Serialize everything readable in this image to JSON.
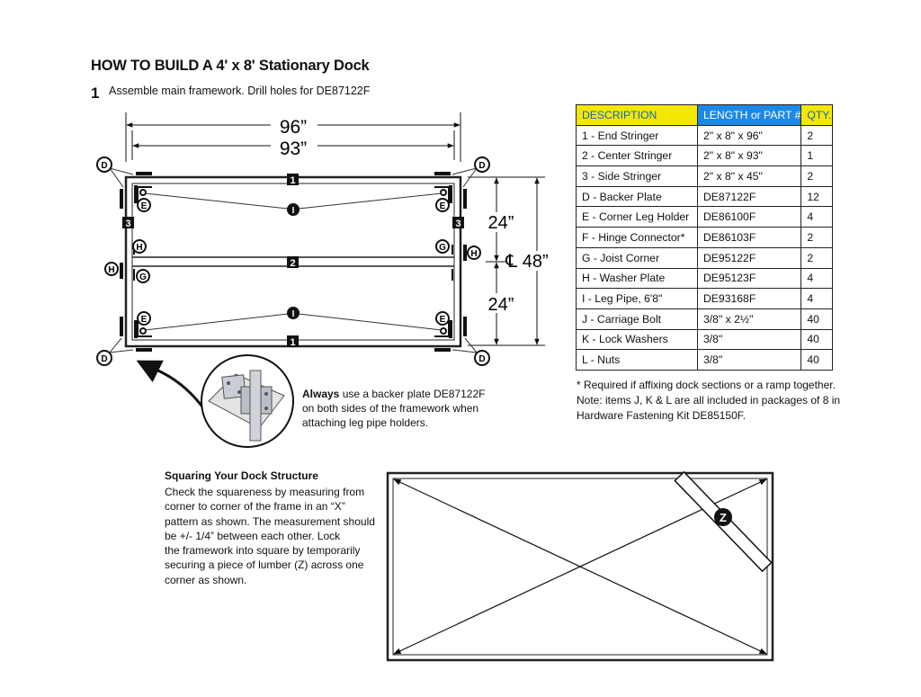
{
  "page": {
    "title": "HOW TO BUILD A 4' x 8' Stationary Dock",
    "step_number": "1",
    "step_text": "Assemble main framework. Drill holes for DE87122F"
  },
  "dimensions": {
    "outer_width": "96”",
    "inner_width": "93”",
    "half_top": "24”",
    "half_bottom": "24”",
    "full_depth": "℄ 48”"
  },
  "markers": {
    "one": "1",
    "two": "2",
    "three": "3",
    "d": "D",
    "e": "E",
    "g": "G",
    "h": "H",
    "i": "I",
    "z": "Z"
  },
  "parts_table": {
    "headers": [
      "DESCRIPTION",
      "LENGTH or PART #",
      "QTY."
    ],
    "rows": [
      [
        "1 - End Stringer",
        "2\" x 8\" x 96\"",
        "2"
      ],
      [
        "2 - Center Stringer",
        "2\" x 8\" x 93\"",
        "1"
      ],
      [
        "3 - Side Stringer",
        "2\" x 8\" x 45\"",
        "2"
      ],
      [
        "D - Backer Plate",
        "DE87122F",
        "12"
      ],
      [
        "E - Corner Leg Holder",
        "DE86100F",
        "4"
      ],
      [
        "F - Hinge Connector*",
        "DE86103F",
        "2"
      ],
      [
        "G - Joist Corner",
        "DE95122F",
        "2"
      ],
      [
        "H - Washer Plate",
        "DE95123F",
        "4"
      ],
      [
        "I -  Leg Pipe, 6'8\"",
        "DE93168F",
        "4"
      ],
      [
        "J - Carriage Bolt",
        "3/8\" x 2½\"",
        "40"
      ],
      [
        "K - Lock Washers",
        "3/8\"",
        "40"
      ],
      [
        "L - Nuts",
        "3/8\"",
        "40"
      ]
    ],
    "note": "* Required if affixing dock sections or a ramp together.\nNote: items J, K & L are all included in packages of 8 in Hardware Fastening Kit DE85150F."
  },
  "backer_note": {
    "bold": "Always",
    "text": " use a backer plate DE87122F on both sides of the framework when attaching leg pipe holders."
  },
  "squaring": {
    "title": "Squaring Your Dock Structure",
    "body": "Check the squareness by measuring from\ncorner to corner of the frame in an “X”\npattern as shown. The measurement should\nbe +/- 1/4” between each other. Lock\nthe framework into square by temporarily\nsecuring a piece of lumber (Z) across one\ncorner as shown."
  }
}
